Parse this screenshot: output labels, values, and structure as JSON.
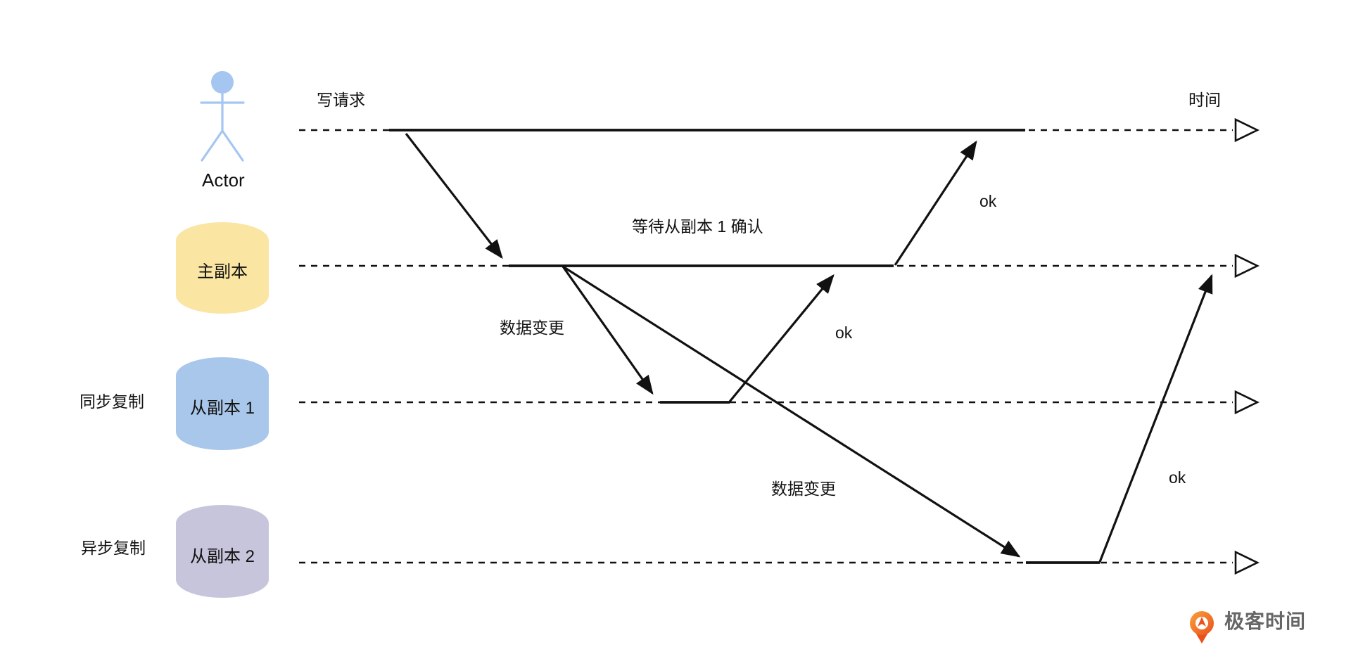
{
  "actor": {
    "name": "Actor"
  },
  "axis": {
    "write_request": "写请求",
    "time": "时间"
  },
  "lanes": {
    "primary": {
      "node": "主副本",
      "color": "#FAE5A3"
    },
    "follower1": {
      "node": "从副本 1",
      "replication": "同步复制",
      "color": "#A9C7EA"
    },
    "follower2": {
      "node": "从副本 2",
      "replication": "异步复制",
      "color": "#C7C5DB"
    }
  },
  "messages": {
    "wait_ack": "等待从副本 1 确认",
    "data_change_sync": "数据变更",
    "data_change_async": "数据变更",
    "ack_to_actor": "ok",
    "ack_from_follower1": "ok",
    "ack_from_follower2": "ok"
  },
  "branding": {
    "text": "极客时间",
    "accent_top": "#F9A13C",
    "accent_bottom": "#E9511C",
    "text_color": "#666666"
  }
}
